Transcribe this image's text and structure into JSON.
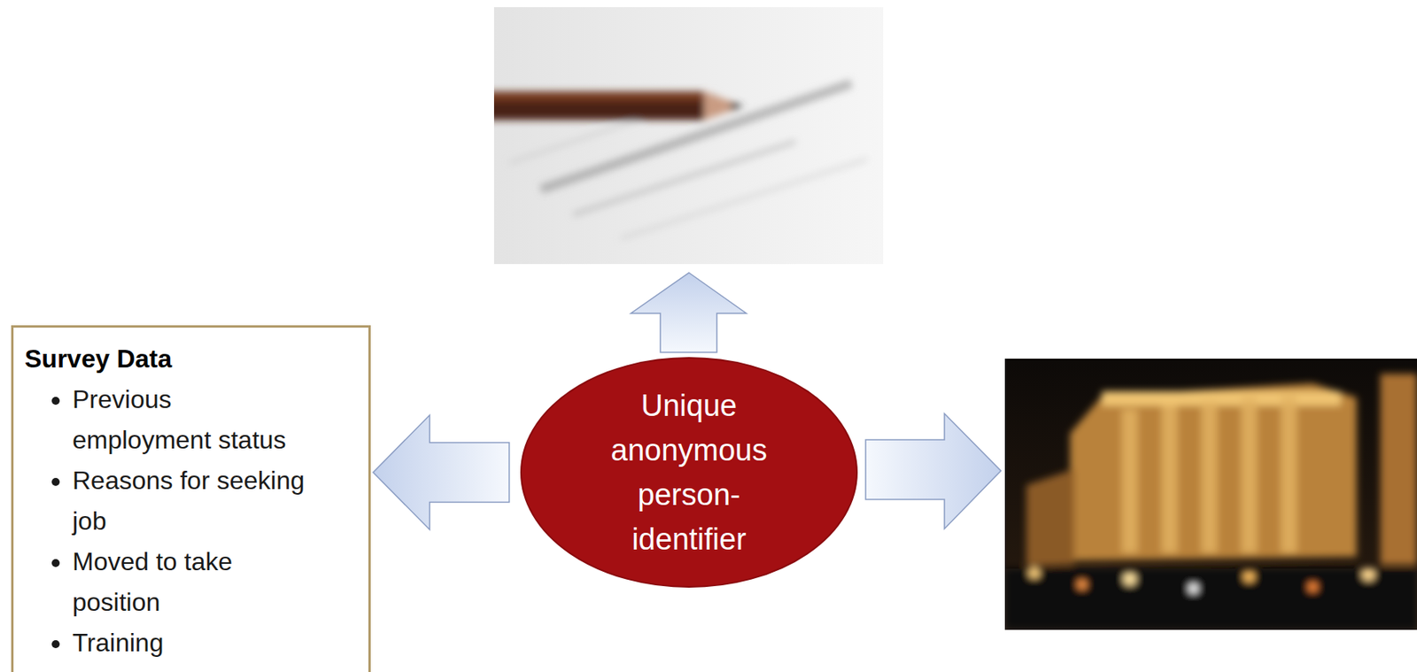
{
  "diagram": {
    "nodes": [
      {
        "text": [
          "Survey Data",
          "Previous employment status",
          "Reasons for seeking job",
          "Moved to take position",
          "Training"
        ]
      },
      {
        "text": [
          "Unique anonymous person-identifier"
        ]
      }
    ],
    "edges": [
      {
        "from": 1,
        "to": 0,
        "arrow": "to"
      }
    ]
  }
}
